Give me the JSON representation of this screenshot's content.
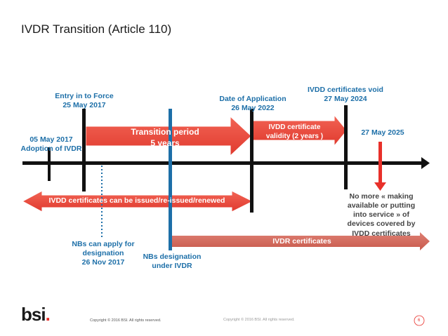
{
  "title": "IVDR Transition (Article 110)",
  "labels": {
    "adoption": "05 May 2017\nAdoption of IVDR",
    "entry": "Entry in to Force\n25 May 2017",
    "application": "Date of Application\n26 May 2022",
    "void": "IVDD certificates void\n27 May 2024",
    "may2025": "27 May 2025",
    "nbs_apply": "NBs can apply for\ndesignation\n26 Nov 2017",
    "nbs_designation": "NBs designation\nunder IVDR",
    "no_more": "No more « making\navailable or putting\ninto service » of\ndevices covered by\nIVDD certificates"
  },
  "arrows": {
    "transition": "Transition period\n5 years",
    "validity": "IVDD certificate\nvalidity (2 years )",
    "issued": "IVDD certificates can be issued/re-issued/renewed",
    "ivdr_certs": "IVDR certificates"
  },
  "footer": {
    "logo": "bsi",
    "copyright_left": "Copyright © 2016 BSI. All rights reserved.",
    "copyright_center": "Copyright © 2016 BSI. All rights reserved.",
    "page_number": "6"
  },
  "colors": {
    "blue": "#1d6fa8",
    "red": "#e8302a",
    "arrow_red": "#ec4436",
    "ivdr_arrow": "#d2675a",
    "axis": "#111111"
  }
}
